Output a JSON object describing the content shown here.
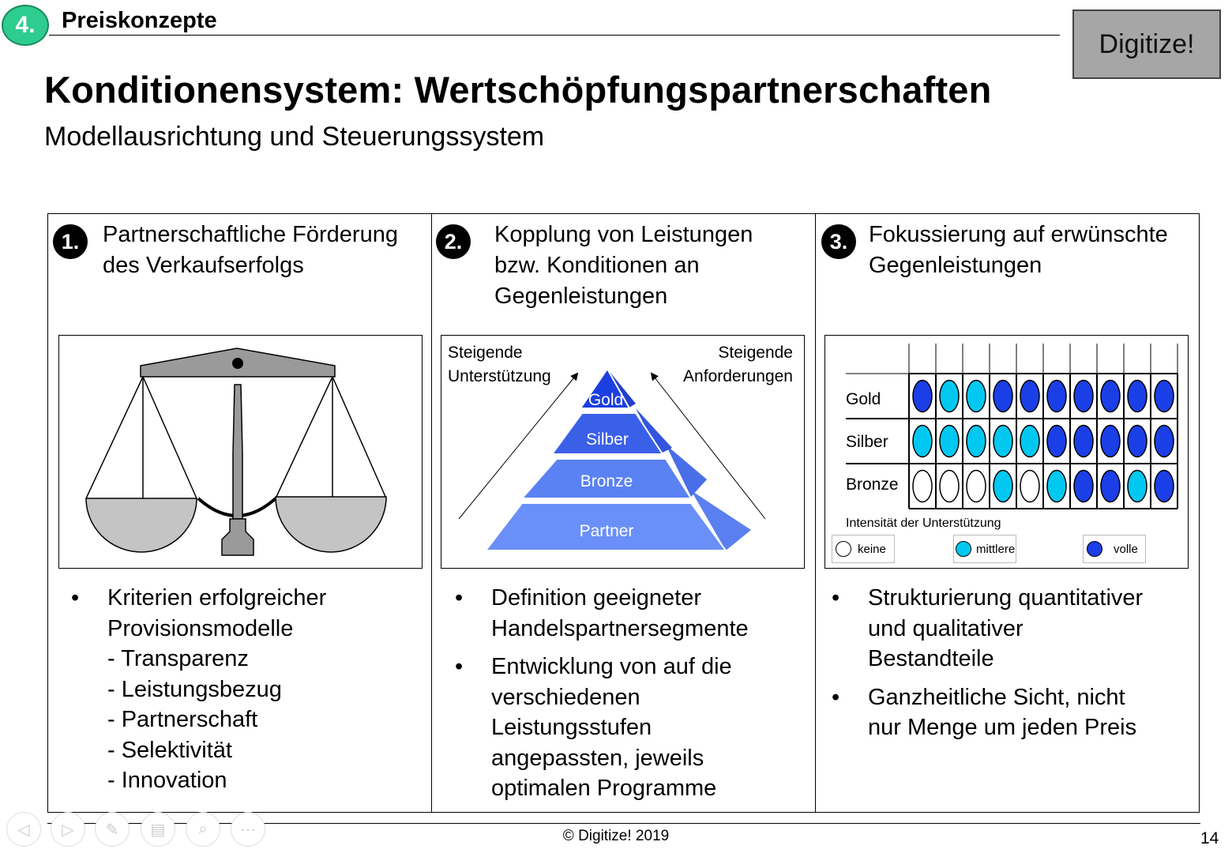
{
  "header": {
    "section_number": "4.",
    "section_title": "Preiskonzepte",
    "logo": "Digitize!",
    "title": "Konditionensystem: Wertschöpfungspartnerschaften",
    "subtitle": "Modellausrichtung und Steuerungssystem"
  },
  "columns": [
    {
      "number": "1.",
      "heading_lines": [
        "Partnerschaftliche Förderung",
        "des Verkaufserfolgs"
      ],
      "bullets": [
        {
          "lines": [
            "Kriterien erfolgreicher",
            "Provisionsmodelle",
            "- Transparenz",
            "- Leistungsbezug",
            "- Partnerschaft",
            "- Selektivität",
            "- Innovation"
          ]
        }
      ]
    },
    {
      "number": "2.",
      "heading_lines": [
        "Kopplung von Leistungen",
        "bzw. Konditionen an",
        "Gegenleistungen"
      ],
      "bullets": [
        {
          "lines": [
            "Definition geeigneter",
            "Handelspartnersegmente"
          ]
        },
        {
          "lines": [
            "Entwicklung von auf die",
            "verschiedenen",
            "Leistungsstufen",
            "angepassten, jeweils",
            "optimalen Programme"
          ]
        }
      ]
    },
    {
      "number": "3.",
      "heading_lines": [
        "Fokussierung auf erwünschte",
        "Gegenleistungen"
      ],
      "bullets": [
        {
          "lines": [
            "Strukturierung quantitativer",
            "und qualitativer",
            "Bestandteile"
          ]
        },
        {
          "lines": [
            "Ganzheitliche Sicht, nicht",
            "nur Menge um jeden Preis"
          ]
        }
      ]
    }
  ],
  "bullet_symbol": "•",
  "pyramid": {
    "left_label": [
      "Steigende",
      "Unterstützung"
    ],
    "right_label": [
      "Steigende",
      "Anforderungen"
    ],
    "levels": [
      "Gold",
      "Silber",
      "Bronze",
      "Partner"
    ]
  },
  "matrix": {
    "rows": [
      {
        "label": "Gold",
        "cells": [
          "volle",
          "mittlere",
          "mittlere",
          "volle",
          "volle",
          "volle",
          "volle",
          "volle",
          "volle",
          "volle"
        ]
      },
      {
        "label": "Silber",
        "cells": [
          "mittlere",
          "mittlere",
          "mittlere",
          "mittlere",
          "mittlere",
          "volle",
          "volle",
          "volle",
          "volle",
          "volle"
        ]
      },
      {
        "label": "Bronze",
        "cells": [
          "keine",
          "keine",
          "keine",
          "mittlere",
          "keine",
          "mittlere",
          "volle",
          "volle",
          "mittlere",
          "volle"
        ]
      }
    ],
    "caption": "Intensität der Unterstützung",
    "legend": [
      {
        "key": "keine",
        "label": "keine"
      },
      {
        "key": "mittlere",
        "label": "mittlere"
      },
      {
        "key": "volle",
        "label": "volle"
      }
    ],
    "colors": {
      "keine": "#ffffff",
      "mittlere": "#00c8f0",
      "volle": "#1a3fe6"
    }
  },
  "footer": {
    "copyright": "© Digitize! 2019",
    "page_number": "14"
  },
  "nav_icons": [
    "previous-icon",
    "next-icon",
    "pen-icon",
    "slides-icon",
    "zoom-icon",
    "more-icon"
  ]
}
